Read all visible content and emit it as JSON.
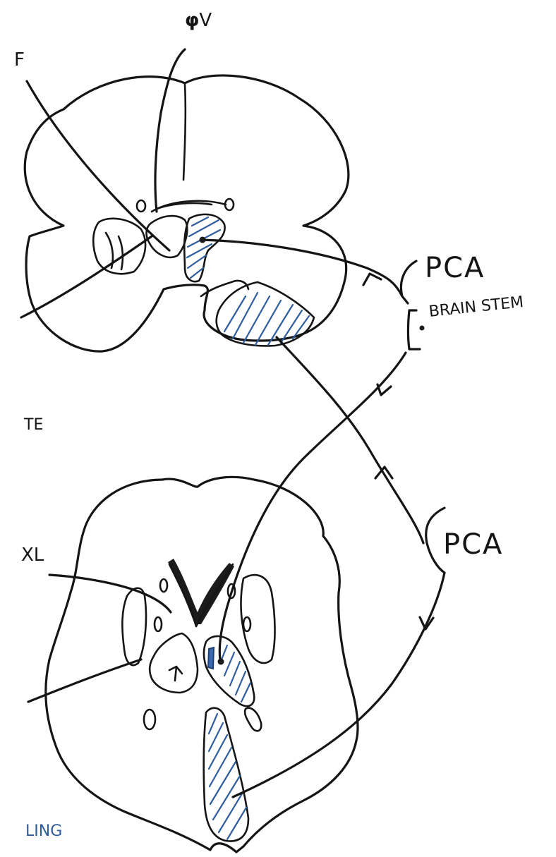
{
  "labels": {
    "top_left_f": "F",
    "top_nerve": "𝞅V",
    "pca_upper": "PCA",
    "brainstem_upper": "BRAIN STEM",
    "middle_left": "TE",
    "pca_lower": "PCA",
    "lower_left_nerve": "XL",
    "bottom_left": "LING"
  },
  "colors": {
    "ink": "#151515",
    "hatch_blue": "#2f5d9e",
    "paper": "#ffffff"
  }
}
